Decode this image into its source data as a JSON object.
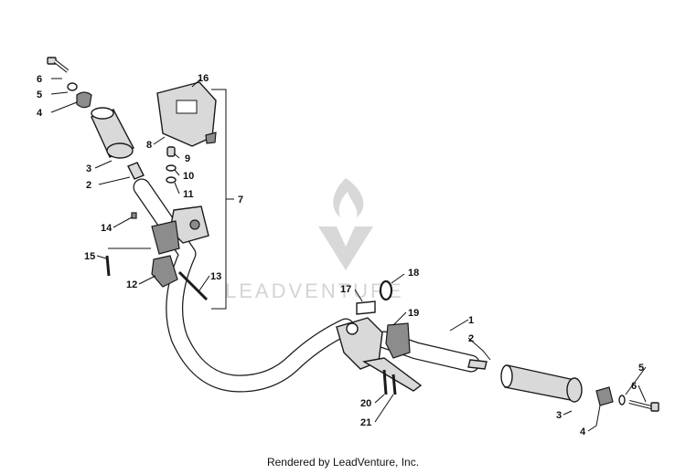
{
  "watermark": {
    "text": "LEADVENTURE"
  },
  "footer": {
    "text": "Rendered by LeadVenture, Inc."
  },
  "labels": {
    "l1": "1",
    "l2a": "2",
    "l2b": "2",
    "l3a": "3",
    "l3b": "3",
    "l4a": "4",
    "l4b": "4",
    "l5a": "5",
    "l5b": "5",
    "l6a": "6",
    "l6b": "6",
    "l7": "7",
    "l8": "8",
    "l9": "9",
    "l10": "10",
    "l11": "11",
    "l12": "12",
    "l13": "13",
    "l14": "14",
    "l15": "15",
    "l16": "16",
    "l17": "17",
    "l18": "18",
    "l19": "19",
    "l20": "20",
    "l21": "21"
  }
}
